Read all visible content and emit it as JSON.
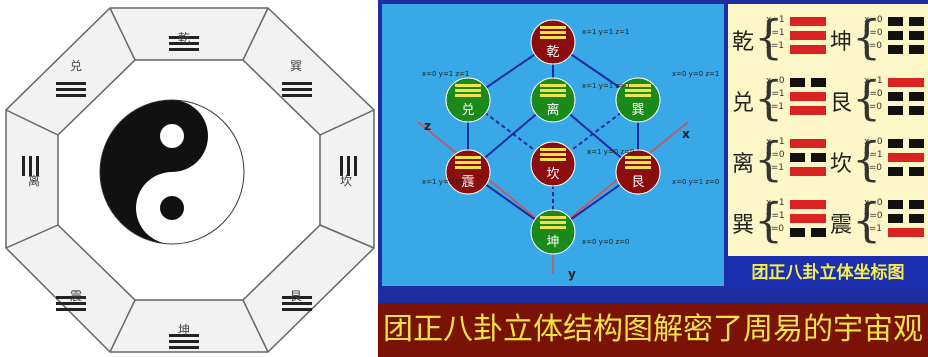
{
  "left_panel": {
    "description_free": true,
    "center_symbol": "yin-yang-icon",
    "trigram_labels": [
      "乾",
      "坤",
      "离",
      "坎",
      "兑",
      "艮",
      "巽",
      "震"
    ]
  },
  "cube": {
    "nodes": [
      {
        "label": "乾",
        "color": "#8b0d0d"
      },
      {
        "label": "兑",
        "color": "#1a8a1a"
      },
      {
        "label": "离",
        "color": "#1a8a1a"
      },
      {
        "label": "巽",
        "color": "#1a8a1a"
      },
      {
        "label": "震",
        "color": "#8b0d0d"
      },
      {
        "label": "坎",
        "color": "#8b0d0d"
      },
      {
        "label": "艮",
        "color": "#8b0d0d"
      },
      {
        "label": "坤",
        "color": "#1a8a1a"
      }
    ],
    "axis_labels": {
      "z": "z",
      "x": "x",
      "y": "y"
    },
    "coord_tags": [
      "x=1 y=1 z=1",
      "x=0 y=1 z=1",
      "x=1 y=1 z=0",
      "x=0 y=0 z=1",
      "x=1 y=0 z=1",
      "x=1 y=0 z=0",
      "x=0 y=1 z=0",
      "x=0 y=0 z=0"
    ]
  },
  "legend": {
    "rows": [
      {
        "left": {
          "name": "乾",
          "coords": [
            "x=1",
            "y=1",
            "z=1"
          ]
        },
        "right": {
          "name": "坤",
          "coords": [
            "x=0",
            "y=0",
            "z=0"
          ]
        }
      },
      {
        "left": {
          "name": "兑",
          "coords": [
            "x=0",
            "y=1",
            "z=1"
          ]
        },
        "right": {
          "name": "艮",
          "coords": [
            "x=1",
            "y=0",
            "z=0"
          ]
        }
      },
      {
        "left": {
          "name": "离",
          "coords": [
            "x=1",
            "y=0",
            "z=1"
          ]
        },
        "right": {
          "name": "坎",
          "coords": [
            "x=0",
            "y=1",
            "z=0"
          ]
        }
      },
      {
        "left": {
          "name": "巽",
          "coords": [
            "x=1",
            "y=1",
            "z=0"
          ]
        },
        "right": {
          "name": "震",
          "coords": [
            "x=0",
            "y=0",
            "z=1"
          ]
        }
      }
    ],
    "caption": "团正八卦立体坐标图"
  },
  "title": "团正八卦立体结构图解密了周易的宇宙观",
  "colors": {
    "cube_bg": "#38a8e6",
    "frame_blue": "#1e2ea0",
    "footer_red": "#7a1205",
    "title_yellow": "#f0e24a",
    "yang_red": "#d92222",
    "yin_black": "#111111"
  }
}
